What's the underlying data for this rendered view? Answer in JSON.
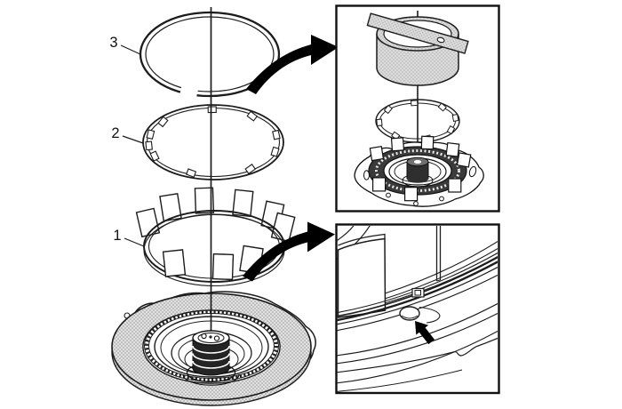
{
  "figure": {
    "type": "exploded-assembly-diagram",
    "callouts": [
      {
        "label": "3"
      },
      {
        "label": "2"
      },
      {
        "label": "1"
      }
    ],
    "icons": {
      "callout_arrow_top": "curved-arrow-icon",
      "callout_arrow_bottom": "curved-arrow-icon",
      "pointer_arrow": "solid-arrow-icon"
    },
    "colors": {
      "ink": "#1c1c1c",
      "background": "#ffffff",
      "stipple_dot": "#8a8a8a",
      "stipple_bg": "#e3e3e3",
      "tool_dot": "#aaaaaa",
      "tool_bg": "#dcdcdc",
      "dark_ring": "#3a3a3a",
      "arrow": "#000000"
    }
  }
}
